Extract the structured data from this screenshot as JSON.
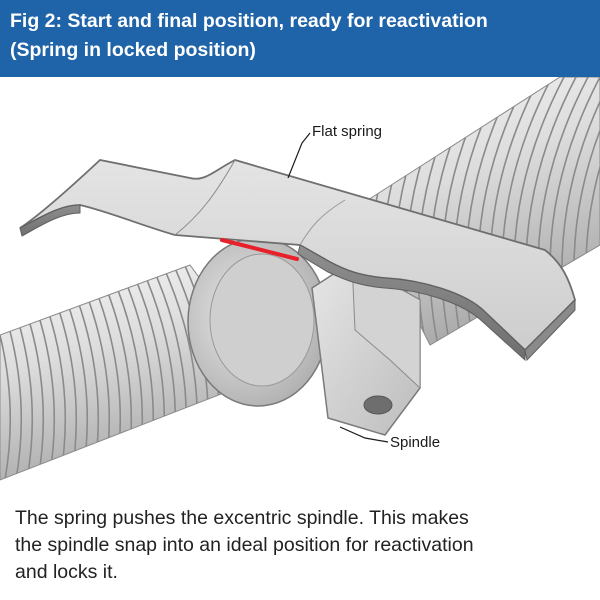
{
  "header": {
    "title_line1": "Fig 2: Start and final position, ready for reactivation",
    "title_line2": "(Spring in locked position)"
  },
  "figure": {
    "callouts": {
      "flat_spring": "Flat spring",
      "spindle": "Spindle"
    }
  },
  "caption": {
    "line1": "The spring pushes the excentric spindle. This makes",
    "line2": "the spindle snap into an ideal position for reactivation",
    "line3": "and locks it."
  },
  "colors": {
    "header_bg": "#1f63a8",
    "header_text": "#ffffff",
    "contact_highlight": "#e8202a",
    "metal_light": "#e2e2e2",
    "metal_dark": "#9a9a9a"
  }
}
